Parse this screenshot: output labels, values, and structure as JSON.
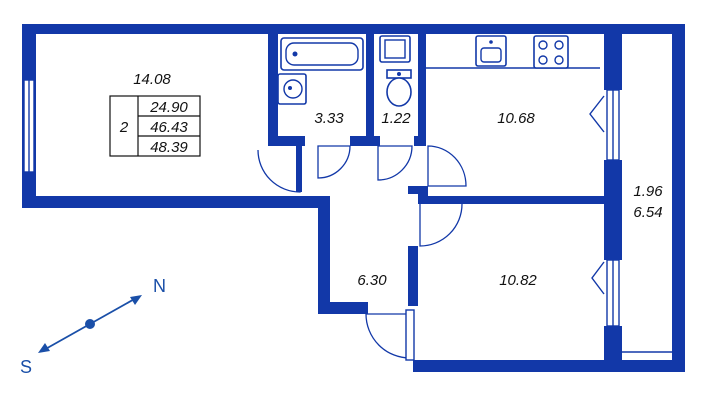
{
  "plan": {
    "rooms_count": "2",
    "areas": {
      "living": "24.90",
      "total": "46.43",
      "total_with_balcony": "48.39"
    },
    "room_labels": {
      "room_large": "14.08",
      "bathroom": "3.33",
      "wc": "1.22",
      "kitchen": "10.68",
      "bedroom": "10.82",
      "hall": "6.30",
      "balcony_reduced": "1.96",
      "balcony_full": "6.54"
    }
  },
  "compass": {
    "north": "N",
    "south": "S"
  },
  "colors": {
    "wall": "#1238a8",
    "compass": "#1a4fa8"
  }
}
